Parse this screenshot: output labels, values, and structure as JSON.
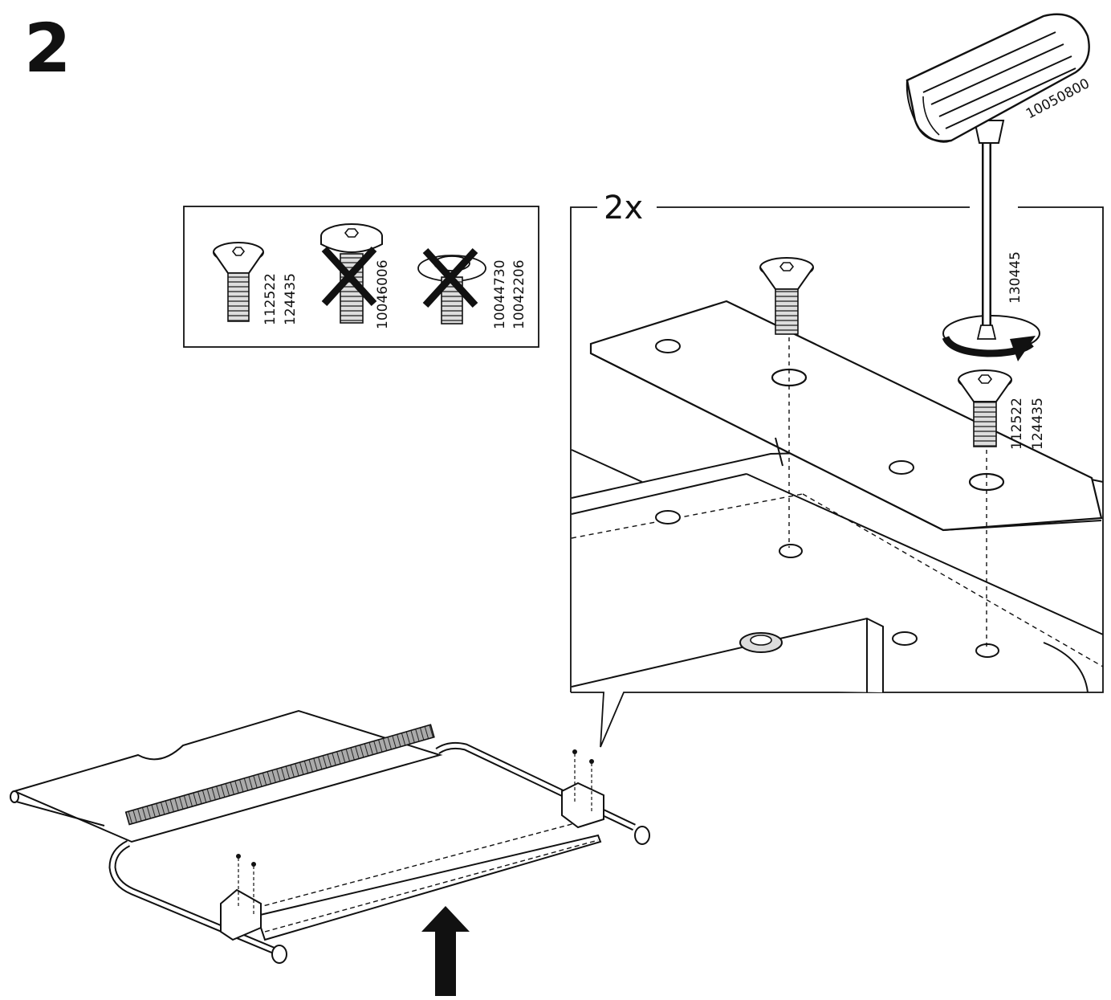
{
  "step": {
    "number": "2"
  },
  "screw_legend": {
    "correct": {
      "codes": [
        "112522",
        "124435"
      ]
    },
    "wrong_1": {
      "codes": [
        "10046006"
      ]
    },
    "wrong_2": {
      "codes": [
        "10044730",
        "10042206"
      ]
    }
  },
  "detail": {
    "quantity": "2x",
    "tool_handle_code": "10050800",
    "hex_key_code": "130445",
    "screw_codes": [
      "112522",
      "124435"
    ]
  },
  "colors": {
    "line": "#111111",
    "fill": "#ffffff",
    "shade": "#bdbdbd"
  },
  "icons": [
    "screw-icon",
    "cross-mark-icon",
    "hex-key-icon",
    "rotate-arrow-icon",
    "up-arrow-icon"
  ]
}
